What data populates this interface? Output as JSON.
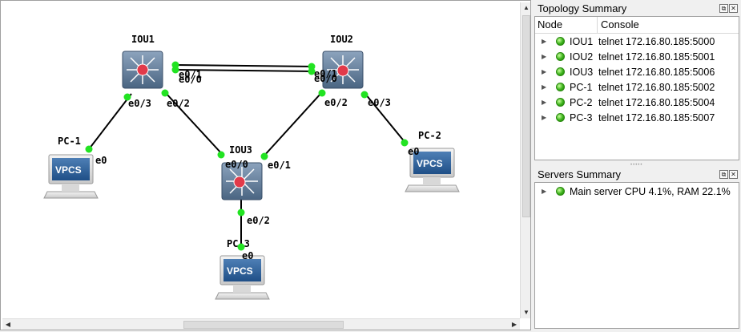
{
  "topology": {
    "nodes": {
      "iou1": {
        "label": "IOU1"
      },
      "iou2": {
        "label": "IOU2"
      },
      "iou3": {
        "label": "IOU3"
      },
      "pc1": {
        "label": "PC-1"
      },
      "pc2": {
        "label": "PC-2"
      },
      "pc3": {
        "label": "PC-3"
      }
    },
    "vpcs_icon_text": "VPCS",
    "ports": {
      "iou1_e01": "e0/1",
      "iou1_e00": "e0/0",
      "iou1_e03": "e0/3",
      "iou1_e02": "e0/2",
      "iou2_e01": "e0/1",
      "iou2_e00": "e0/0",
      "iou2_e02": "e0/2",
      "iou2_e03": "e0/3",
      "iou3_e00": "e0/0",
      "iou3_e01": "e0/1",
      "iou3_e02": "e0/2",
      "pc1_e0": "e0",
      "pc2_e0": "e0",
      "pc3_e0": "e0"
    },
    "colors": {
      "port_dot": "#22e322",
      "link": "#000000",
      "router_body": "#5a7390",
      "router_center": "#e23a4a"
    }
  },
  "topology_summary": {
    "title": "Topology Summary",
    "col_node": "Node",
    "col_console": "Console",
    "rows": [
      {
        "node": "IOU1",
        "console": "telnet 172.16.80.185:5000"
      },
      {
        "node": "IOU2",
        "console": "telnet 172.16.80.185:5001"
      },
      {
        "node": "IOU3",
        "console": "telnet 172.16.80.185:5006"
      },
      {
        "node": "PC-1",
        "console": "telnet 172.16.80.185:5002"
      },
      {
        "node": "PC-2",
        "console": "telnet 172.16.80.185:5004"
      },
      {
        "node": "PC-3",
        "console": "telnet 172.16.80.185:5007"
      }
    ]
  },
  "servers_summary": {
    "title": "Servers Summary",
    "rows": [
      {
        "text": "Main server CPU 4.1%, RAM 22.1%"
      }
    ]
  },
  "icons": {
    "float": "float-icon",
    "close": "close-icon",
    "expand": "expand-arrow-icon",
    "status": "status-green-icon"
  }
}
